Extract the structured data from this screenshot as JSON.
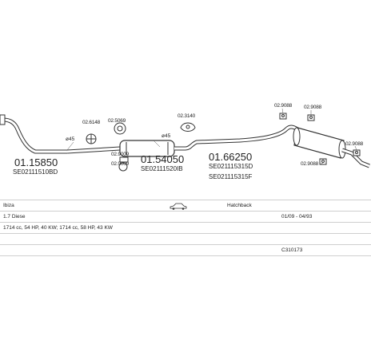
{
  "parts": {
    "front_pipe": {
      "code": "01.15850",
      "ref": "SE02111510BD"
    },
    "center": {
      "code": "01.54050",
      "ref": "SE02111520IB"
    },
    "rear": {
      "code": "01.66250",
      "refs": [
        "SE021115315D",
        "SE021115315F"
      ]
    }
  },
  "accessories": {
    "clamp_front": "02.6148",
    "clamp_mid": "02.5069",
    "clamp_center_a": "02.9009",
    "clamp_center_b": "02.9009",
    "hanger_mid": "02.3140",
    "hanger_rear_1": "02.9088",
    "hanger_rear_2": "02.9088",
    "hanger_rear_3": "02.9088",
    "hanger_rear_4": "02.9088"
  },
  "diameters": {
    "d1": "ø45",
    "d2": "ø45"
  },
  "vehicle": {
    "model": "Ibiza",
    "body": "Hatchback",
    "engine": "1.7 Diese",
    "period": "01/09 - 04/93",
    "spec": "1714 cc, 54 HP, 40 KW; 1714 cc, 58 HP, 43 KW",
    "catalog": "C310173"
  }
}
